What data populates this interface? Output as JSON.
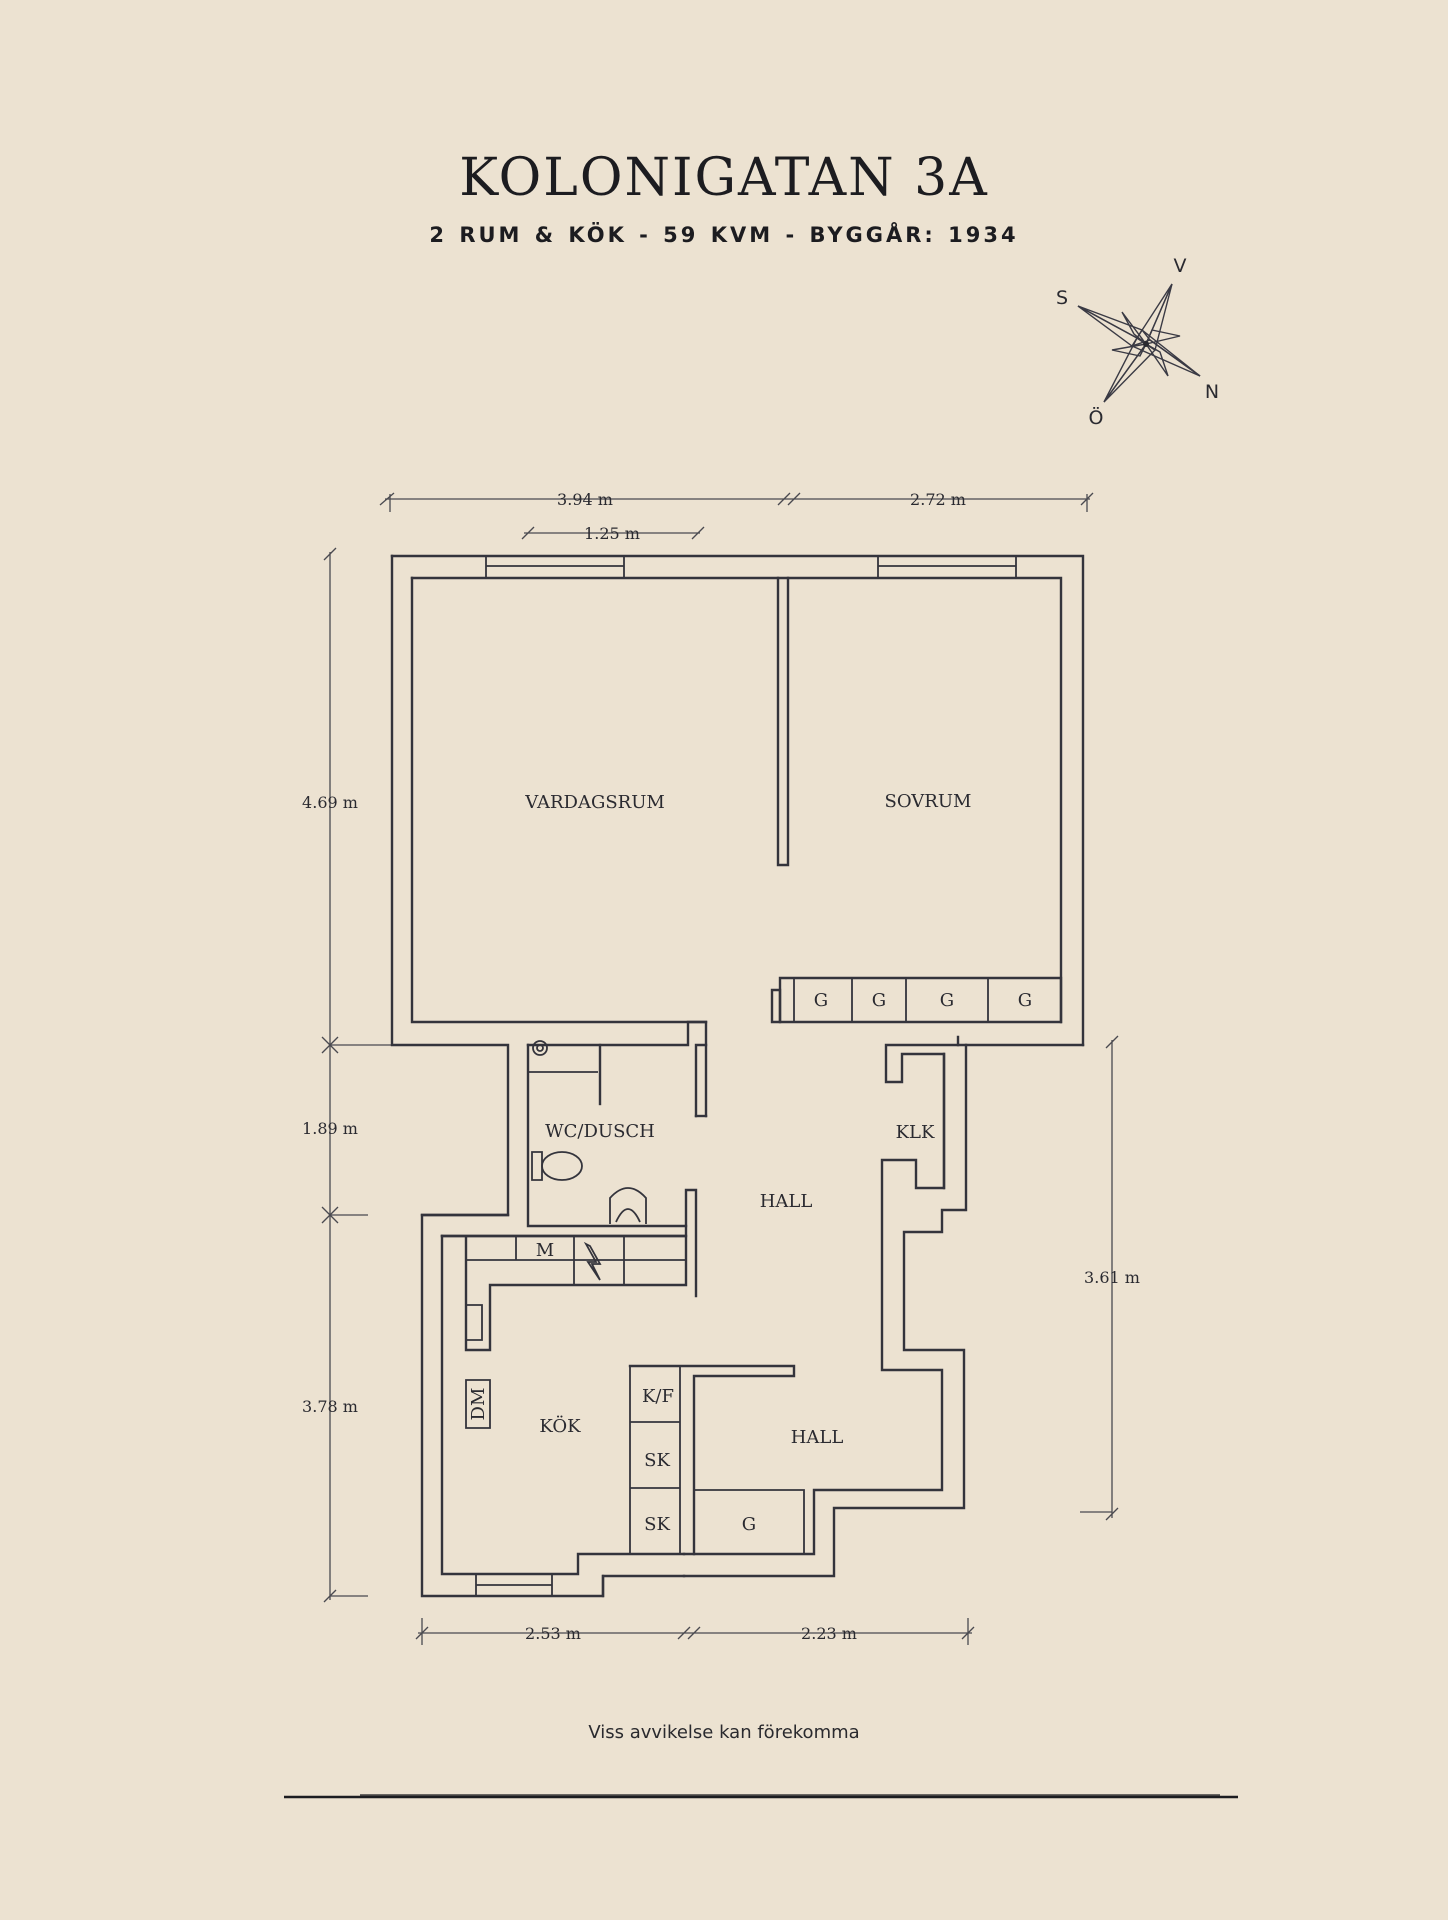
{
  "title": "KOLONIGATAN 3A",
  "subtitle": "2 RUM & KÖK  -  59 KVM  -  BYGGÅR: 1934",
  "footer_note": "Viss avvikelse kan förekomma",
  "compass": {
    "north": "N",
    "south": "S",
    "east": "Ö",
    "west": "V"
  },
  "rooms": {
    "vardagsrum": "VARDAGSRUM",
    "sovrum": "SOVRUM",
    "wc": "WC/DUSCH",
    "hall_1": "HALL",
    "hall_2": "HALL",
    "kok": "KÖK",
    "klk": "KLK"
  },
  "fixtures": {
    "g1": "G",
    "g2": "G",
    "g3": "G",
    "g4": "G",
    "g5": "G",
    "m": "M",
    "dm": "DM",
    "kf": "K/F",
    "sk1": "SK",
    "sk2": "SK"
  },
  "dimensions": {
    "top_left": "3.94 m",
    "top_right": "2.72 m",
    "window": "1.25 m",
    "left_top": "4.69 m",
    "left_mid": "1.89 m",
    "left_bottom": "3.78 m",
    "right": "3.61 m",
    "bottom_left": "2.53 m",
    "bottom_right": "2.23 m"
  }
}
